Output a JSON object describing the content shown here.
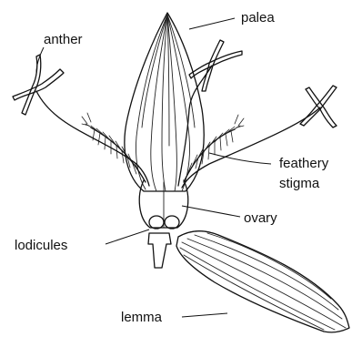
{
  "labels": {
    "palea": "palea",
    "anther": "anther",
    "feathery": "feathery",
    "stigma": "stigma",
    "ovary": "ovary",
    "lodicules": "lodicules",
    "lemma": "lemma"
  },
  "colors": {
    "ink": "#111111",
    "background": "#ffffff"
  }
}
